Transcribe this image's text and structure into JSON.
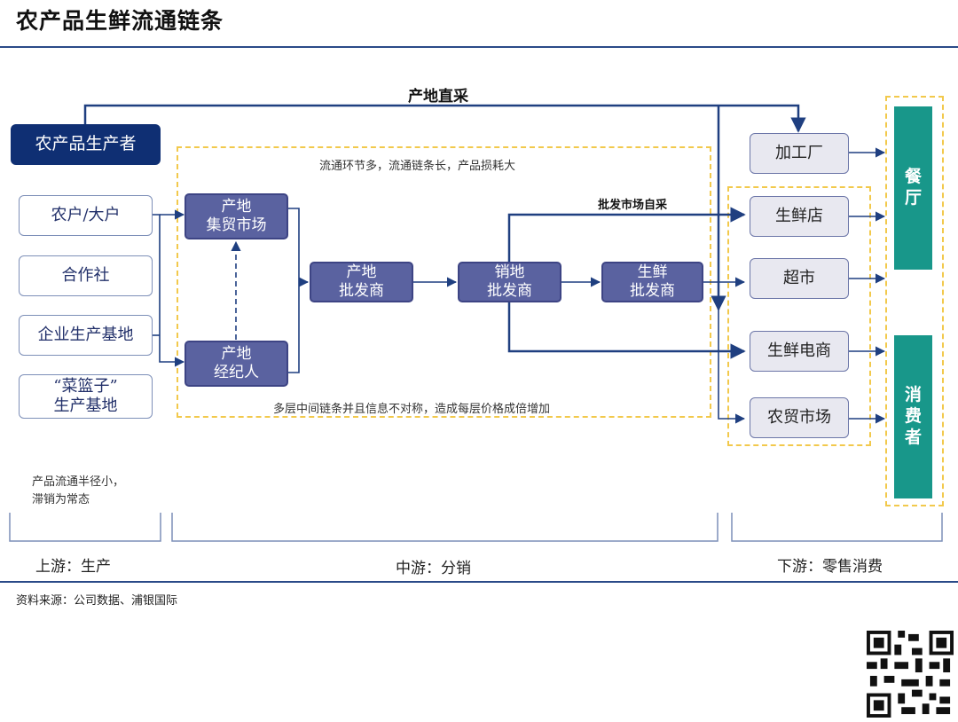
{
  "title": "农产品生鲜流通链条",
  "producer": "农产品生产者",
  "direct_purchase": "产地直采",
  "wholesale_direct": "批发市场自采",
  "upstream_items": [
    "农户/大户",
    "合作社",
    "企业生产基地",
    "“菜篮子”\n生产基地"
  ],
  "mid_nodes": {
    "origin_market": "产地\n集贸市场",
    "origin_broker": "产地\n经纪人",
    "origin_wholesaler": "产地\n批发商",
    "sales_wholesaler": "销地\n批发商",
    "fresh_wholesaler": "生鲜\n批发商"
  },
  "note_top": "流通环节多，流通链条长，产品损耗大",
  "note_bottom": "多层中间链条并且信息不对称，造成每层价格成倍增加",
  "note_upstream": "产品流通半径小，\n滞销为常态",
  "downstream": {
    "factory": "加工厂",
    "fresh_store": "生鲜店",
    "supermarket": "超市",
    "ecommerce": "生鲜电商",
    "farmers_market": "农贸市场"
  },
  "end_nodes": {
    "restaurant": "餐\n厅",
    "consumer": "消\n费\n者"
  },
  "footer": {
    "upstream": "上游：生产",
    "midstream": "中游：分销",
    "downstream": "下游：零售消费"
  },
  "source": "资料来源：公司数据、浦银国际",
  "colors": {
    "accent": "#0f2f73",
    "mid": "#5a62a0",
    "teal": "#18978a",
    "dashed": "#f2c94c"
  }
}
